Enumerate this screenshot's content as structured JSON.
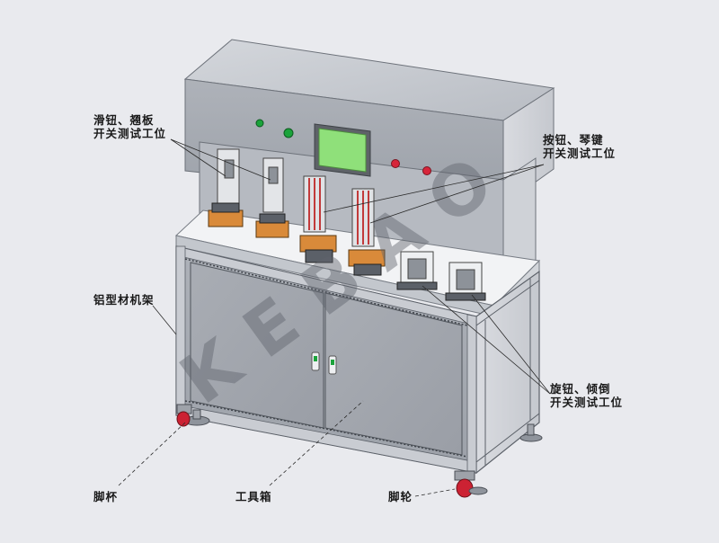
{
  "watermark": "KEBAO",
  "callouts": {
    "slide_button_switch": {
      "line1": "滑钮、翘板",
      "line2": "开关测试工位"
    },
    "key_switch": {
      "line1": "按钮、琴键",
      "line2": "开关测试工位"
    },
    "aluminum_frame": {
      "text": "铝型材机架"
    },
    "rotary_tilt": {
      "line1": "旋钮、倾倒",
      "line2": "开关测试工位"
    },
    "foot_cup": {
      "text": "脚杯"
    },
    "tool_box": {
      "text": "工具箱"
    },
    "caster": {
      "text": "脚轮"
    }
  },
  "colors": {
    "background": "#e9eaee",
    "frame": "#9fa7b2",
    "panel": "#a3a8ae",
    "screen": "#8fe07a",
    "indicator_green": "#1ba33b",
    "indicator_red": "#d7253a",
    "fixture_orange": "#d98a3a",
    "caster_red": "#cc2233"
  }
}
